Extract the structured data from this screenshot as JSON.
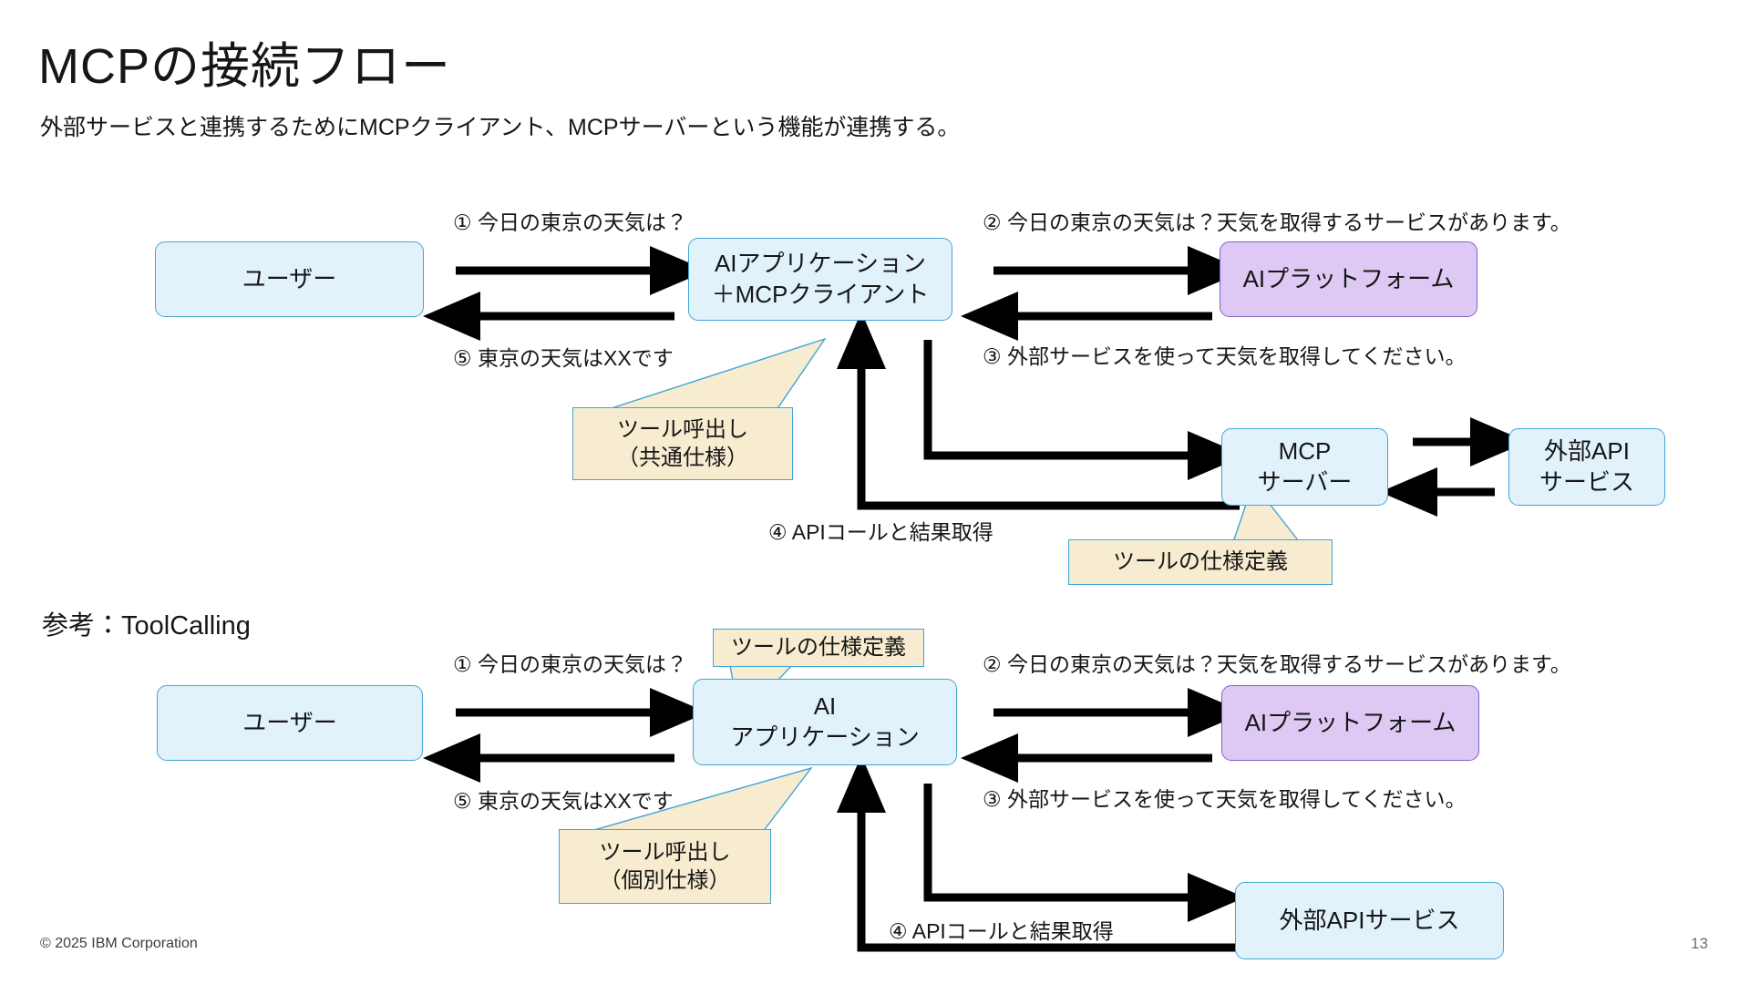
{
  "slide": {
    "title": "MCPの接続フロー",
    "subtitle": "外部サービスと連携するためにMCPクライアント、MCPサーバーという機能が連携する。",
    "section_label": "参考：ToolCalling",
    "footer_copyright": "© 2025 IBM Corporation",
    "page_number": "13"
  },
  "colors": {
    "box_blue_fill": "#e2f2fb",
    "box_blue_border": "#41a5d6",
    "box_purple_fill": "#ddc9f3",
    "box_purple_border": "#7d62c9",
    "callout_fill": "#f7ecd0",
    "callout_border": "#41a5d6",
    "arrow": "#000000",
    "text": "#161616"
  },
  "diagram_mcp": {
    "nodes": {
      "user": "ユーザー",
      "ai_app_client": "AIアプリケーション\n＋MCPクライアント",
      "ai_platform": "AIプラットフォーム",
      "mcp_server": "MCP\nサーバー",
      "external_api": "外部API\nサービス"
    },
    "steps": {
      "step1": "① 今日の東京の天気は？",
      "step2": "② 今日の東京の天気は？天気を取得するサービスがあります。",
      "step3": "③ 外部サービスを使って天気を取得してください。",
      "step4": "④ APIコールと結果取得",
      "step5": "⑤ 東京の天気はXXです"
    },
    "callouts": {
      "tool_call": "ツール呼出し\n（共通仕様）",
      "tool_spec": "ツールの仕様定義"
    }
  },
  "diagram_toolcalling": {
    "nodes": {
      "user": "ユーザー",
      "ai_app": "AI\nアプリケーション",
      "ai_platform": "AIプラットフォーム",
      "external_api": "外部APIサービス"
    },
    "steps": {
      "step1": "① 今日の東京の天気は？",
      "step2": "② 今日の東京の天気は？天気を取得するサービスがあります。",
      "step3": "③ 外部サービスを使って天気を取得してください。",
      "step4": "④ APIコールと結果取得",
      "step5": "⑤ 東京の天気はXXです"
    },
    "callouts": {
      "tool_spec": "ツールの仕様定義",
      "tool_call": "ツール呼出し\n（個別仕様）"
    }
  }
}
